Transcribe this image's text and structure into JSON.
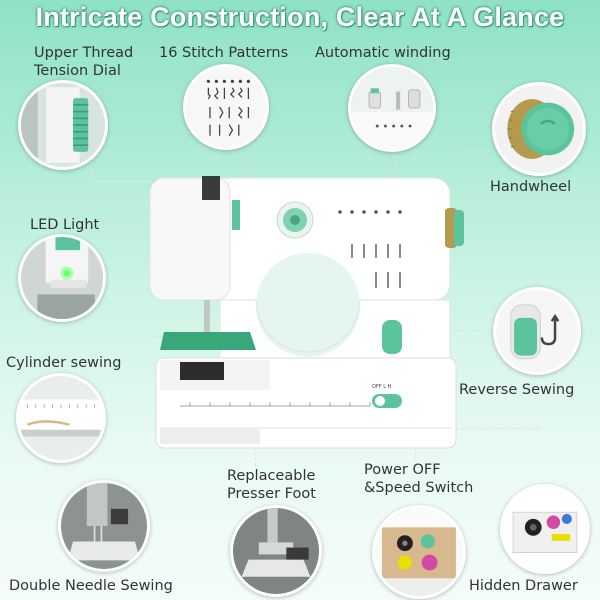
{
  "title": "Intricate Construction, Clear At A Glance",
  "features": {
    "upper_thread": [
      "Upper Thread",
      "Tension Dial"
    ],
    "stitch_patterns": "16 Stitch Patterns",
    "automatic_winding": "Automatic winding",
    "handwheel": "Handwheel",
    "led_light": "LED Light",
    "cylinder_sewing": "Cylinder sewing",
    "reverse_sewing": "Reverse Sewing",
    "presser_foot": [
      "Replaceable",
      "Presser Foot"
    ],
    "power_switch": [
      "Power OFF",
      "&Speed Switch"
    ],
    "double_needle": "Double Needle Sewing",
    "hidden_drawer": "Hidden Drawer"
  },
  "machine": {
    "switch_label": "OFF L H"
  },
  "colors": {
    "accent": "#5cc49c",
    "machine_body": "#ffffff",
    "mint": "#7fd3b1"
  },
  "icons": [
    "tension-dial-icon",
    "stitch-chart-icon",
    "bobbin-winder-icon",
    "handwheel-icon",
    "led-light-icon",
    "cylinder-arm-icon",
    "reverse-lever-icon",
    "presser-foot-icon",
    "double-needle-icon",
    "drawer-icon"
  ]
}
